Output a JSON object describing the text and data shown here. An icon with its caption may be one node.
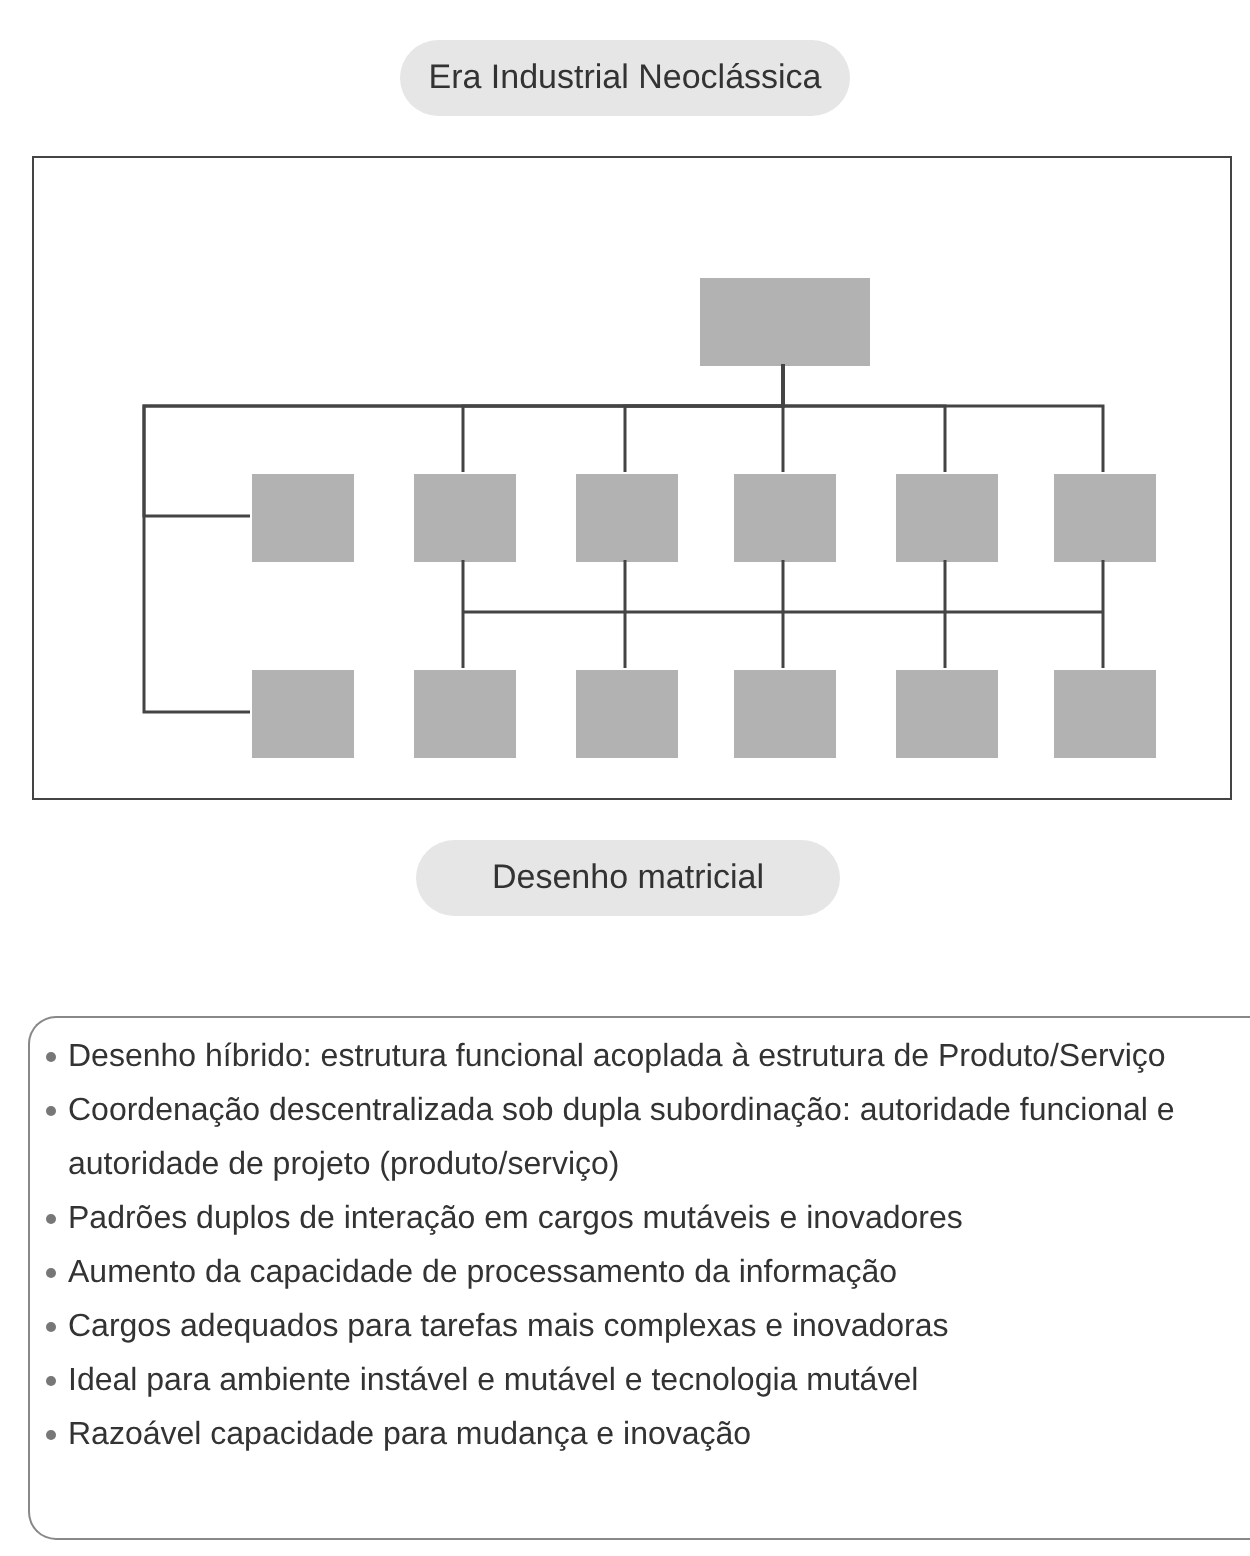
{
  "diagram": {
    "nodes": [
      {
        "text": [
          "Era Industrial Neoclássica"
        ]
      },
      {
        "text": [],
        "shape": "box"
      },
      {
        "text": [],
        "shape": "box",
        "in": 1
      },
      {
        "text": [],
        "shape": "box",
        "in": 1
      },
      {
        "text": [],
        "shape": "box",
        "in": 1
      },
      {
        "text": [],
        "shape": "box",
        "in": 1
      },
      {
        "text": [],
        "shape": "box",
        "in": 1
      },
      {
        "text": [],
        "shape": "box",
        "in": 1
      },
      {
        "text": [],
        "shape": "box",
        "in": 1
      },
      {
        "text": [],
        "shape": "box",
        "in": 1
      },
      {
        "text": [],
        "shape": "box",
        "in": 1
      },
      {
        "text": [],
        "shape": "box",
        "in": 1
      },
      {
        "text": [],
        "shape": "box",
        "in": 1
      },
      {
        "text": [],
        "shape": "box",
        "in": 1
      },
      {
        "text": [],
        "shape": "box",
        "in": 1
      },
      {
        "text": [
          "Desenho matricial"
        ]
      },
      {
        "text": [
          "Desenho híbrido: estrutura funcional acoplada à estrutura de Produto/Serviço",
          "Coordenação descentralizada sob dupla subordinação: autoridade funcional e autoridade de projeto (produto/serviço)",
          "Padrões duplos de interação em cargos mutáveis e inovadores",
          "Aumento da capacidade de processamento da informação",
          "Cargos adequados para tarefas mais complexas e inovadoras",
          "Ideal para ambiente instável e mutável e tecnologia mutável",
          "Razoável capacidade para mudança e inovação"
        ]
      }
    ],
    "edges": [
      {
        "from": 2,
        "to": 3,
        "arrow": "none"
      },
      {
        "from": 2,
        "to": 9,
        "arrow": "none"
      },
      {
        "from": 2,
        "to": 4,
        "arrow": "none"
      },
      {
        "from": 2,
        "to": 5,
        "arrow": "none"
      },
      {
        "from": 2,
        "to": 6,
        "arrow": "none"
      },
      {
        "from": 2,
        "to": 7,
        "arrow": "none"
      },
      {
        "from": 2,
        "to": 8,
        "arrow": "none"
      },
      {
        "from": 4,
        "to": 10,
        "arrow": "none"
      },
      {
        "from": 5,
        "to": 11,
        "arrow": "none"
      },
      {
        "from": 6,
        "to": 12,
        "arrow": "none"
      },
      {
        "from": 7,
        "to": 13,
        "arrow": "none"
      },
      {
        "from": 8,
        "to": 14,
        "arrow": "none"
      }
    ]
  }
}
